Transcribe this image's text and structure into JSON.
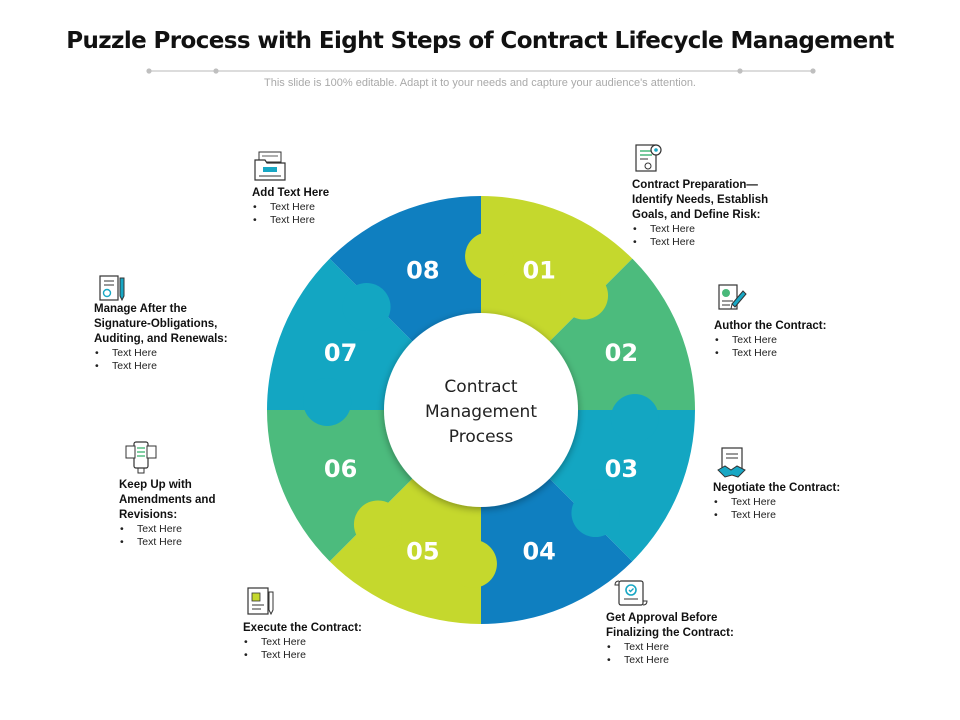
{
  "title": "Puzzle Process with Eight Steps of Contract Lifecycle Management",
  "subtitle": "This slide is 100% editable. Adapt it to your needs and capture your audience's attention.",
  "center_label_lines": [
    "Contract",
    "Management",
    "Process"
  ],
  "colors": {
    "lime": "#c5d82d",
    "green": "#4cbb7d",
    "teal": "#13a6c2",
    "blue": "#0f7fc0",
    "icon_green": "#49b97a",
    "icon_teal": "#18a7c4"
  },
  "steps": [
    {
      "number": "01",
      "icon": "document-gear-icon",
      "heading_lines": [
        "Contract Preparation—",
        "Identify Needs, Establish",
        "Goals, and Define Risk:"
      ],
      "bullets": [
        "Text Here",
        "Text Here"
      ]
    },
    {
      "number": "02",
      "icon": "document-pen-icon",
      "heading_lines": [
        "Author the Contract:"
      ],
      "bullets": [
        "Text Here",
        "Text Here"
      ]
    },
    {
      "number": "03",
      "icon": "handshake-document-icon",
      "heading_lines": [
        "Negotiate the Contract:"
      ],
      "bullets": [
        "Text Here",
        "Text Here"
      ]
    },
    {
      "number": "04",
      "icon": "approval-certificate-icon",
      "heading_lines": [
        "Get Approval Before",
        "Finalizing the Contract:"
      ],
      "bullets": [
        "Text Here",
        "Text Here"
      ]
    },
    {
      "number": "05",
      "icon": "signed-document-icon",
      "heading_lines": [
        "Execute  the Contract:"
      ],
      "bullets": [
        "Text Here",
        "Text Here"
      ]
    },
    {
      "number": "06",
      "icon": "mobile-documents-icon",
      "heading_lines": [
        "Keep Up with",
        "Amendments and",
        "Revisions:"
      ],
      "bullets": [
        "Text Here",
        "Text Here"
      ]
    },
    {
      "number": "07",
      "icon": "contract-pencil-icon",
      "heading_lines": [
        "Manage After the",
        "Signature-Obligations,",
        "Auditing, and Renewals:"
      ],
      "bullets": [
        "Text Here",
        "Text Here"
      ]
    },
    {
      "number": "08",
      "icon": "folder-documents-icon",
      "heading_lines": [
        "Add Text Here"
      ],
      "bullets": [
        "Text Here",
        "Text Here"
      ]
    }
  ]
}
